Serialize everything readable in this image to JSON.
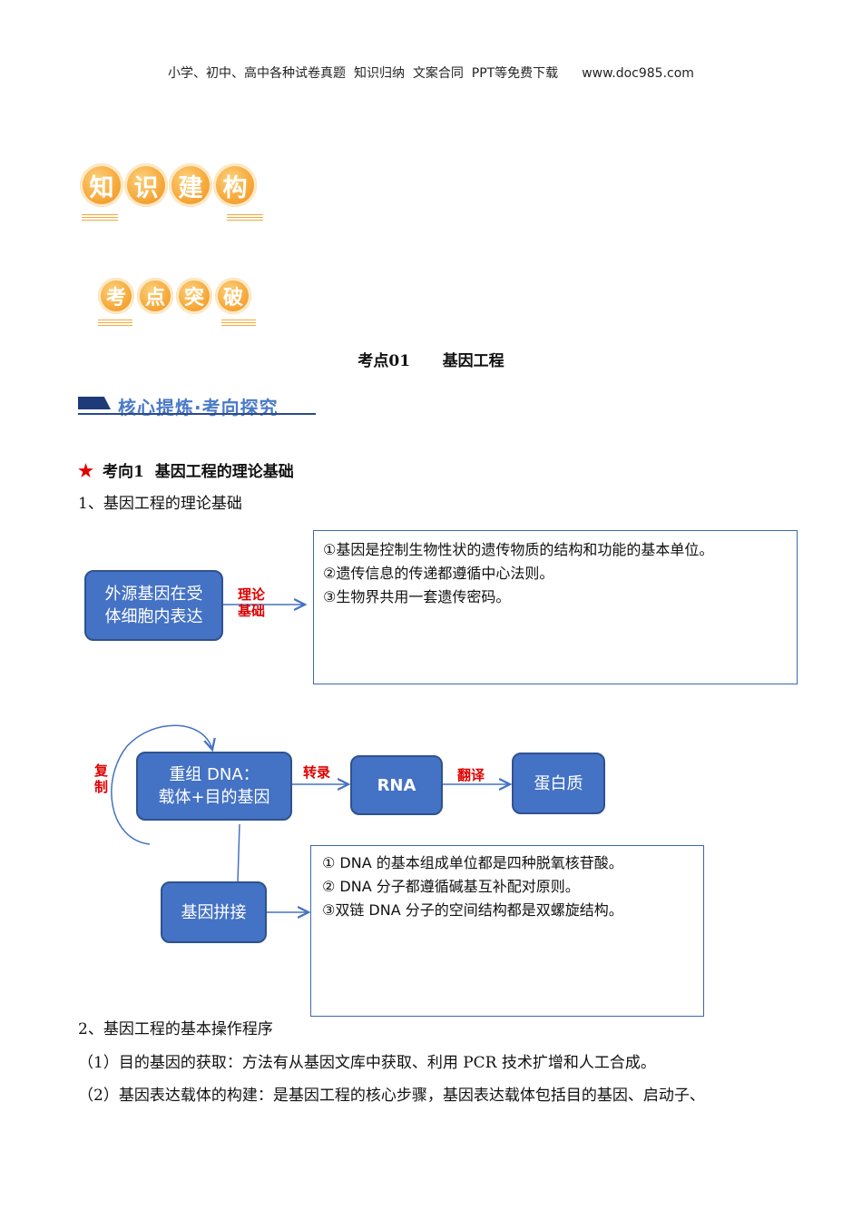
{
  "header": {
    "text": "小学、初中、高中各种试卷真题  知识归纳  文案合同  PPT等免费下载",
    "site": "www.doc985.com"
  },
  "badges": {
    "knowledge": [
      "知",
      "识",
      "建",
      "构"
    ],
    "exam": [
      "考",
      "点",
      "突",
      "破"
    ]
  },
  "section": {
    "title": "考点01      基因工程"
  },
  "banner": {
    "text": "核心提炼·考向探究"
  },
  "topic": {
    "star": "★",
    "title": "考向1  基因工程的理论基础"
  },
  "sub1": {
    "title": "1、基因工程的理论基础"
  },
  "diagram1": {
    "node": "外源基因在受\n体细胞内表达",
    "arrow_label": "理论\n基础",
    "box_lines": [
      "①基因是控制生物性状的遗传物质的结构和功能的基本单位。",
      "②遗传信息的传递都遵循中心法则。",
      "③生物界共用一套遗传密码。"
    ]
  },
  "diagram2": {
    "replicate": "复\n制",
    "recombinant": "重组 DNA：\n载体+目的基因",
    "transcribe": "转录",
    "rna": "RNA",
    "translate": "翻译",
    "protein": "蛋白质",
    "splicing": "基因拼接",
    "box_lines": [
      "① DNA 的基本组成单位都是四种脱氧核苷酸。",
      "② DNA 分子都遵循碱基互补配对原则。",
      "③双链 DNA 分子的空间结构都是双螺旋结构。"
    ]
  },
  "sub2": {
    "title": "2、基因工程的基本操作程序",
    "items": [
      "（1）目的基因的获取：方法有从基因文库中获取、利用 PCR 技术扩增和人工合成。",
      "（2）基因表达载体的构建：是基因工程的核心步骤，基因表达载体包括目的基因、启动子、"
    ]
  }
}
